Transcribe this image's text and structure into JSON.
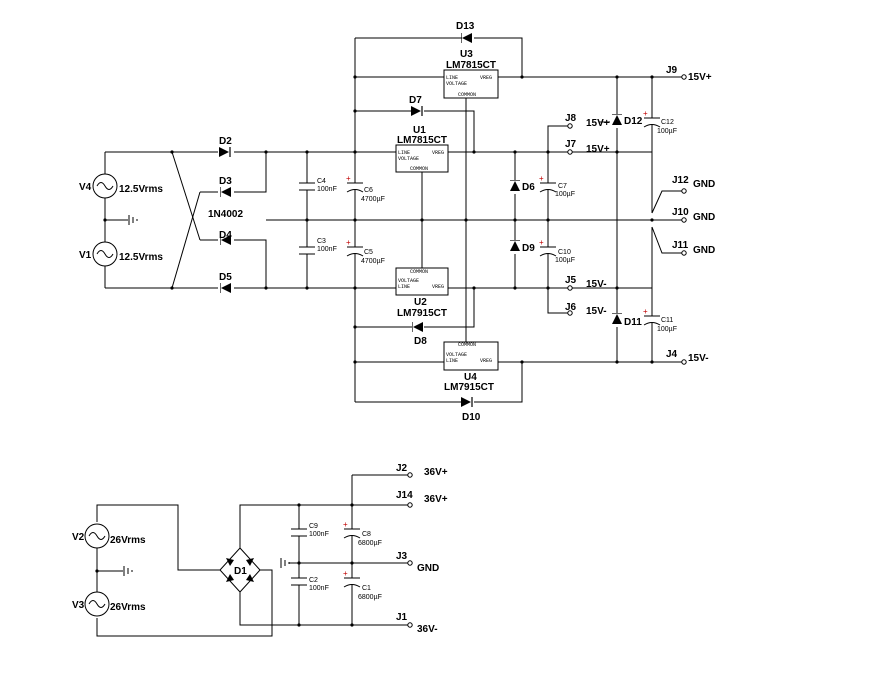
{
  "sources": {
    "v4": {
      "ref": "V4",
      "value": "12.5Vrms"
    },
    "v1": {
      "ref": "V1",
      "value": "12.5Vrms"
    },
    "v2": {
      "ref": "V2",
      "value": "26Vrms"
    },
    "v3": {
      "ref": "V3",
      "value": "26Vrms"
    }
  },
  "diodes": {
    "d2": "D2",
    "d3": "D3",
    "d4": "D4",
    "d5": "D5",
    "d6": "D6",
    "d7": "D7",
    "d8": "D8",
    "d9": "D9",
    "d10": "D10",
    "d11": "D11",
    "d12": "D12",
    "d13": "D13",
    "part": "1N4002",
    "bridge": "D1"
  },
  "regulators": {
    "u1": {
      "ref": "U1",
      "part": "LM7815CT"
    },
    "u2": {
      "ref": "U2",
      "part": "LM7915CT"
    },
    "u3": {
      "ref": "U3",
      "part": "LM7815CT"
    },
    "u4": {
      "ref": "U4",
      "part": "LM7915CT"
    },
    "pins": {
      "line": "LINE",
      "voltage": "VOLTAGE",
      "vreg": "VREG",
      "common": "COMMON"
    }
  },
  "capacitors": {
    "c1": {
      "ref": "C1",
      "value": "6800µF"
    },
    "c2": {
      "ref": "C2",
      "value": "100nF"
    },
    "c3": {
      "ref": "C3",
      "value": "100nF"
    },
    "c4": {
      "ref": "C4",
      "value": "100nF"
    },
    "c5": {
      "ref": "C5",
      "value": "4700µF"
    },
    "c6": {
      "ref": "C6",
      "value": "4700µF"
    },
    "c7": {
      "ref": "C7",
      "value": "100µF"
    },
    "c8": {
      "ref": "C8",
      "value": "6800µF"
    },
    "c9": {
      "ref": "C9",
      "value": "100nF"
    },
    "c10": {
      "ref": "C10",
      "value": "100µF"
    },
    "c11": {
      "ref": "C11",
      "value": "100µF"
    },
    "c12": {
      "ref": "C12",
      "value": "100µF"
    },
    "plus": "+"
  },
  "connectors": {
    "j1": {
      "ref": "J1",
      "net": "36V-"
    },
    "j2": {
      "ref": "J2",
      "net": "36V+"
    },
    "j3": {
      "ref": "J3",
      "net": "GND"
    },
    "j4": {
      "ref": "J4",
      "net": "15V-"
    },
    "j5": {
      "ref": "J5",
      "net": "15V-"
    },
    "j6": {
      "ref": "J6",
      "net": "15V-"
    },
    "j7": {
      "ref": "J7",
      "net": "15V+"
    },
    "j8": {
      "ref": "J8",
      "net": "15V+"
    },
    "j9": {
      "ref": "J9",
      "net": "15V+"
    },
    "j10": {
      "ref": "J10",
      "net": "GND"
    },
    "j11": {
      "ref": "J11",
      "net": "GND"
    },
    "j12": {
      "ref": "J12",
      "net": "GND"
    },
    "j14": {
      "ref": "J14",
      "net": "36V+"
    }
  }
}
